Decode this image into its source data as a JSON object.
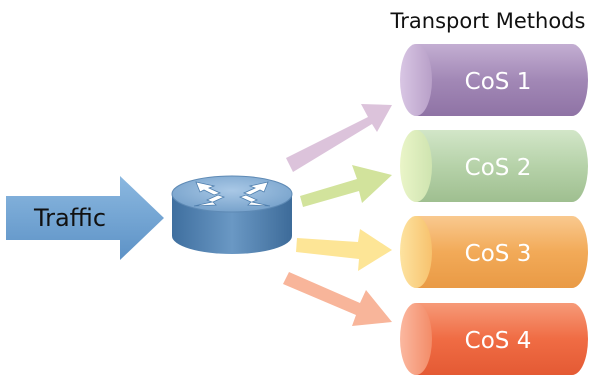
{
  "header": {
    "title": "Transport Methods"
  },
  "input": {
    "label": "Traffic"
  },
  "router": {
    "icon": "router-icon"
  },
  "queues": [
    {
      "label": "CoS 1",
      "color": "#a88cb8"
    },
    {
      "label": "CoS 2",
      "color": "#b8d4ac"
    },
    {
      "label": "CoS 3",
      "color": "#f2ab5c"
    },
    {
      "label": "CoS 4",
      "color": "#f26a42"
    }
  ],
  "colors": {
    "traffic_arrow": "#6fa4d4",
    "router_top": "#7ea9cf",
    "router_side": "#4d7cab"
  }
}
